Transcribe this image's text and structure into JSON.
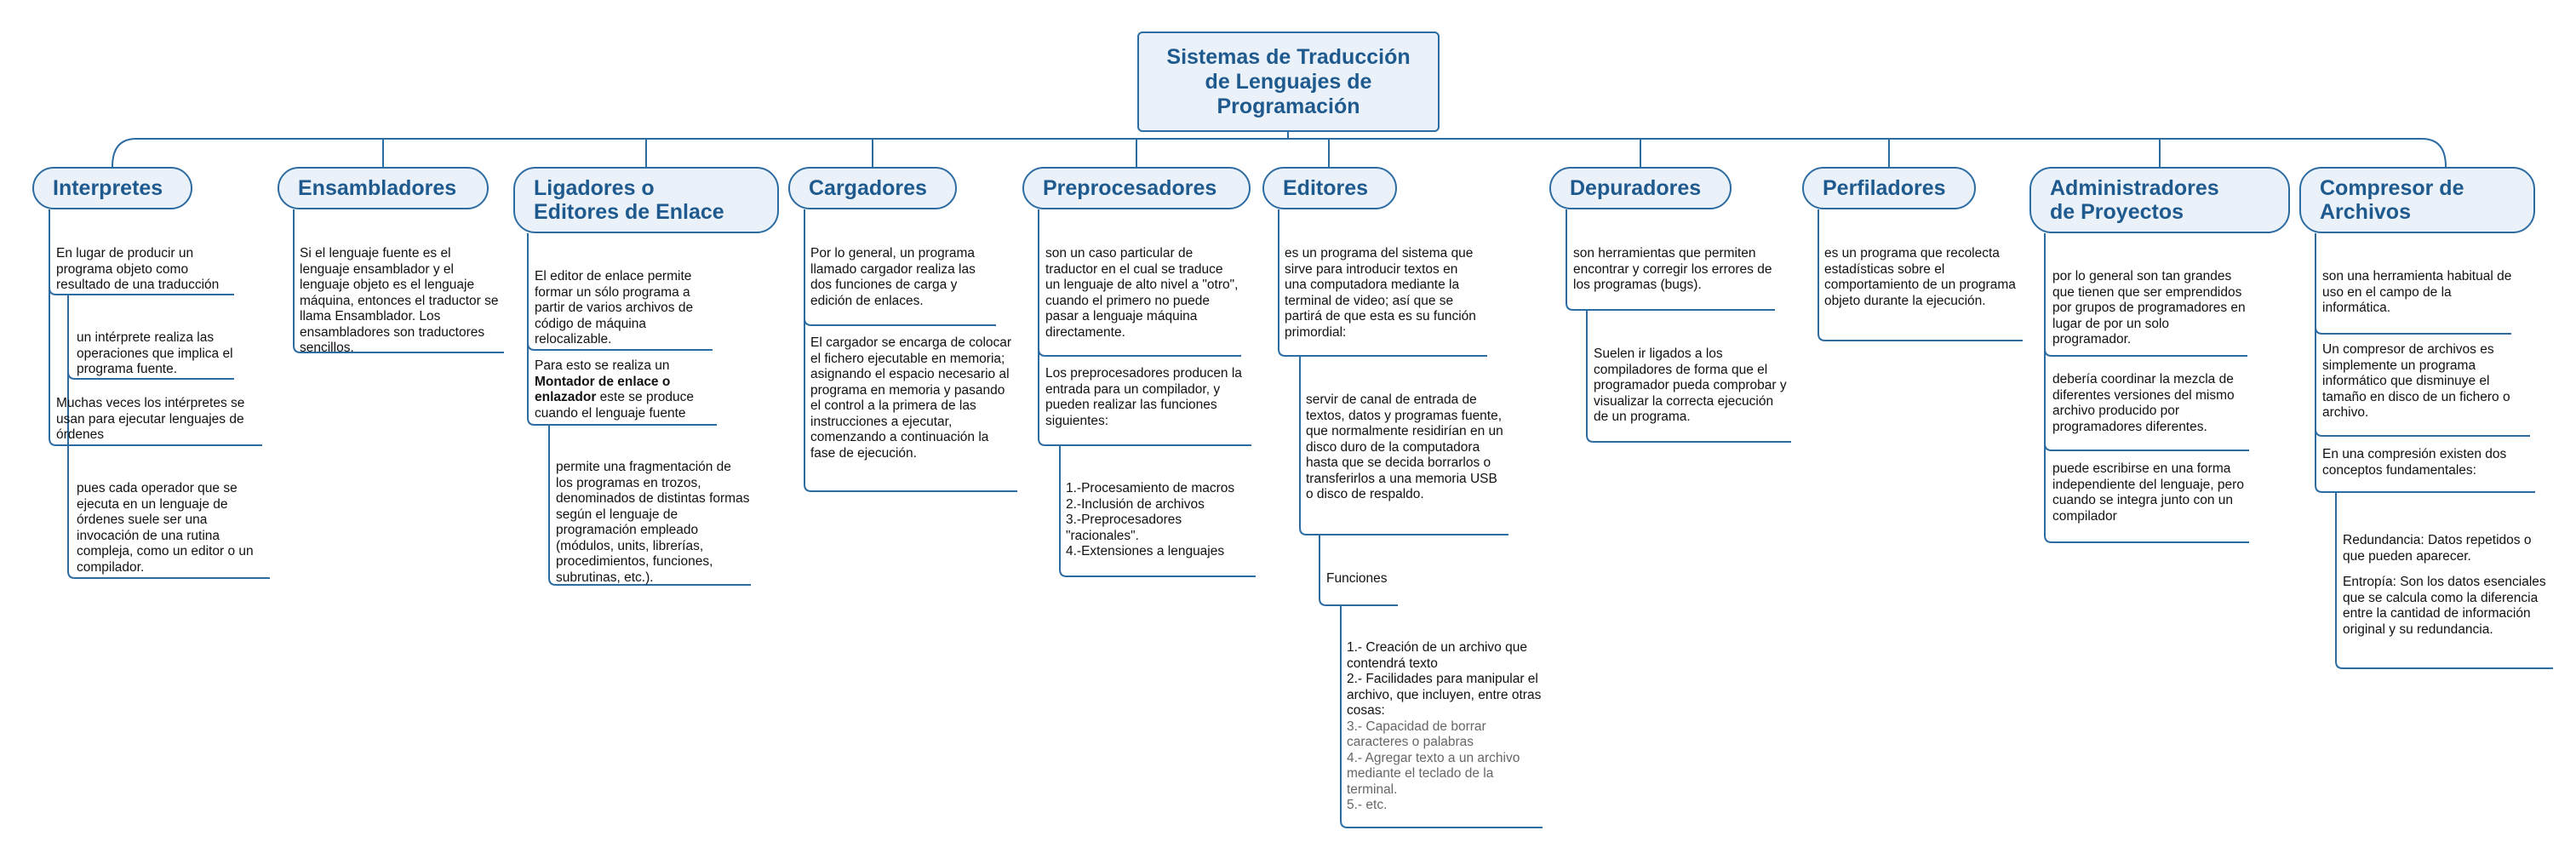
{
  "title": "Sistemas de Traducción de Lenguajes de Programación",
  "topics": {
    "interpretes": "Interpretes",
    "ensambladores": "Ensambladores",
    "ligadores": "Ligadores o\nEditores de Enlace",
    "cargadores": "Cargadores",
    "preprocesadores": "Preprocesadores",
    "editores": "Editores",
    "depuradores": "Depuradores",
    "perfiladores": "Perfiladores",
    "administradores": "Administradores\nde Proyectos",
    "compresor": "Compresor de\nArchivos"
  },
  "notes": {
    "interpretes": [
      "En lugar de producir un programa objeto como resultado de una traducción",
      "un intérprete realiza las operaciones que implica el programa fuente.",
      "Muchas veces los intérpretes se usan para ejecutar lenguajes de órdenes",
      "pues cada operador que se ejecuta en un lenguaje de órdenes suele ser una invocación de una rutina compleja, como un editor o un compilador."
    ],
    "ensambladores": [
      "Si el lenguaje fuente es el lenguaje ensamblador y el lenguaje objeto es el lenguaje máquina, entonces el traductor se llama Ensamblador.  Los ensambladores son traductores sencillos."
    ],
    "ligadores": {
      "n1": "El editor de enlace permite formar un sólo programa a partir de varios archivos de código de máquina relocalizable.",
      "n2_a": "Para esto se realiza un ",
      "n2_b": "Montador  de enlace o enlazador",
      "n2_c": " este se produce cuando el lenguaje fuente",
      "n3": "permite una fragmentación de los programas en trozos, denominados de distintas formas según el lenguaje de programación empleado (módulos, units, librerías, procedimientos, funciones, subrutinas, etc.)."
    },
    "cargadores": [
      "Por lo general, un programa llamado cargador realiza las dos funciones de carga y edición de enlaces.",
      "El cargador se encarga de colocar el fichero ejecutable en memoria; asignando el espacio necesario al programa en memoria y pasando el control a la primera de las instrucciones a ejecutar, comenzando a continuación la fase de ejecución."
    ],
    "preprocesadores": {
      "n1": "son un caso particular de traductor en el cual se traduce un lenguaje de alto nivel a \"otro\", cuando el primero no puede pasar a lenguaje máquina directamente.",
      "n2": "Los preprocesadores producen la entrada para un compilador, y pueden realizar las funciones siguientes:",
      "list": [
        "1.-Procesamiento de macros",
        "2.-Inclusión de archivos",
        "3.-Preprocesadores \"racionales\".",
        "4.-Extensiones a lenguajes"
      ]
    },
    "editores": {
      "n1": "es un programa del sistema que sirve para introducir textos en una computadora  mediante la terminal de video; así que se partirá de que esta es su función primordial:",
      "n2": "servir de canal de entrada de textos, datos y programas fuente, que normalmente residirían en un disco duro de la computadora hasta que se decida borrarlos o transferirlos a una memoria USB o disco de respaldo.",
      "funciones": "Funciones",
      "list": [
        "1.- Creación de un archivo que contendrá texto",
        "2.- Facilidades para manipular el archivo, que incluyen, entre otras cosas:",
        "3.- Capacidad de borrar caracteres o palabras",
        "4.- Agregar texto a un archivo mediante el teclado de la terminal.",
        "5.- etc."
      ]
    },
    "depuradores": [
      "son herramientas que permiten encontrar y corregir los errores de los programas (bugs).",
      "Suelen ir ligados a los compiladores de forma que el programador pueda comprobar y visualizar la correcta ejecución de un programa."
    ],
    "perfiladores": [
      "es un programa que recolecta estadísticas sobre el comportamiento de un programa objeto durante la ejecución."
    ],
    "administradores": [
      "por lo general son tan grandes que tienen que ser emprendidos por grupos de programadores en lugar de por un solo programador.",
      "debería coordinar la mezcla de diferentes versiones del mismo archivo producido por programadores diferentes.",
      "puede escribirse en una forma independiente del lenguaje, pero cuando se integra junto con un compilador"
    ],
    "compresor": [
      "son una herramienta habitual de uso en el campo de la informática.",
      "Un compresor de archivos es simplemente un programa informático que disminuye el tamaño en disco de un fichero o archivo.",
      "En una compresión existen dos conceptos fundamentales:",
      "Redundancia: Datos repetidos o que pueden aparecer.",
      "Entropía: Son los datos esenciales que se calcula como la diferencia entre la cantidad de información original y su redundancia."
    ]
  },
  "colors": {
    "line": "#2d6ca2",
    "topic_fill": "#eaf1f9",
    "topic_text": "#1f5a8f"
  }
}
